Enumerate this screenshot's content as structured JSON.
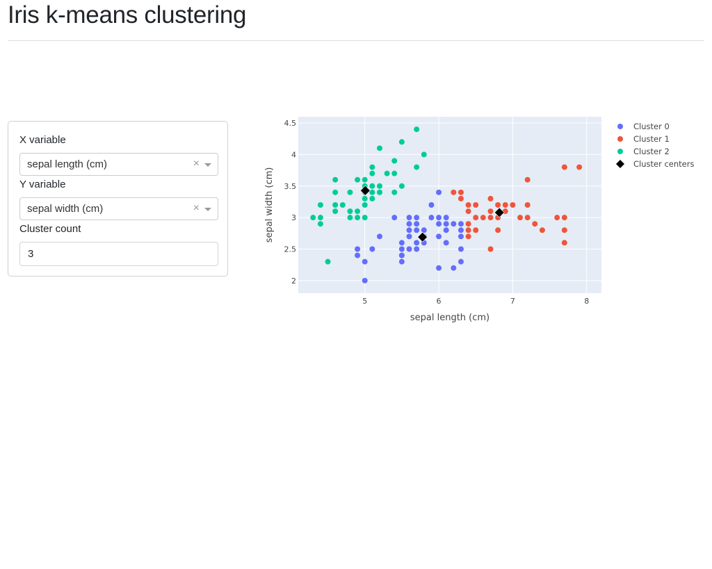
{
  "page": {
    "title": "Iris k-means clustering"
  },
  "controls": {
    "x_label": "X variable",
    "x_value": "sepal length (cm)",
    "y_label": "Y variable",
    "y_value": "sepal width (cm)",
    "count_label": "Cluster count",
    "count_value": "3",
    "clear_symbol": "×"
  },
  "chart_data": {
    "type": "scatter",
    "xlabel": "sepal length (cm)",
    "ylabel": "sepal width (cm)",
    "xlim": [
      4.1,
      8.2
    ],
    "ylim": [
      1.8,
      4.6
    ],
    "xticks": [
      5,
      6,
      7,
      8
    ],
    "yticks": [
      2,
      2.5,
      3,
      3.5,
      4,
      4.5
    ],
    "grid": true,
    "legend": "top-right",
    "series": [
      {
        "name": "Cluster 0",
        "color": "#636efa",
        "marker": "circle",
        "points": [
          [
            4.9,
            2.5
          ],
          [
            4.9,
            2.4
          ],
          [
            5.0,
            2.0
          ],
          [
            5.0,
            2.3
          ],
          [
            5.1,
            2.5
          ],
          [
            5.2,
            2.7
          ],
          [
            5.4,
            3.0
          ],
          [
            5.5,
            2.3
          ],
          [
            5.5,
            2.4
          ],
          [
            5.5,
            2.5
          ],
          [
            5.5,
            2.6
          ],
          [
            5.5,
            2.4
          ],
          [
            5.6,
            2.5
          ],
          [
            5.6,
            2.7
          ],
          [
            5.6,
            2.8
          ],
          [
            5.6,
            2.9
          ],
          [
            5.6,
            3.0
          ],
          [
            5.7,
            2.5
          ],
          [
            5.7,
            2.6
          ],
          [
            5.7,
            2.8
          ],
          [
            5.7,
            2.9
          ],
          [
            5.7,
            3.0
          ],
          [
            5.8,
            2.6
          ],
          [
            5.8,
            2.7
          ],
          [
            5.8,
            2.8
          ],
          [
            5.9,
            3.0
          ],
          [
            5.9,
            3.2
          ],
          [
            6.0,
            2.2
          ],
          [
            6.0,
            2.7
          ],
          [
            6.0,
            2.9
          ],
          [
            6.0,
            3.0
          ],
          [
            6.0,
            3.4
          ],
          [
            6.1,
            2.6
          ],
          [
            6.1,
            2.8
          ],
          [
            6.1,
            2.9
          ],
          [
            6.1,
            3.0
          ],
          [
            6.2,
            2.2
          ],
          [
            6.2,
            2.9
          ],
          [
            6.3,
            2.3
          ],
          [
            6.3,
            2.5
          ],
          [
            6.3,
            2.7
          ],
          [
            6.3,
            2.8
          ],
          [
            6.3,
            2.9
          ]
        ]
      },
      {
        "name": "Cluster 1",
        "color": "#ef553b",
        "marker": "circle",
        "points": [
          [
            6.2,
            3.4
          ],
          [
            6.3,
            3.4
          ],
          [
            6.3,
            3.3
          ],
          [
            6.4,
            2.7
          ],
          [
            6.4,
            2.8
          ],
          [
            6.4,
            2.9
          ],
          [
            6.4,
            3.1
          ],
          [
            6.4,
            3.2
          ],
          [
            6.5,
            2.8
          ],
          [
            6.5,
            3.0
          ],
          [
            6.5,
            3.2
          ],
          [
            6.6,
            3.0
          ],
          [
            6.7,
            2.5
          ],
          [
            6.7,
            3.0
          ],
          [
            6.7,
            3.1
          ],
          [
            6.7,
            3.3
          ],
          [
            6.8,
            2.8
          ],
          [
            6.8,
            3.0
          ],
          [
            6.8,
            3.2
          ],
          [
            6.9,
            3.1
          ],
          [
            6.9,
            3.2
          ],
          [
            7.0,
            3.2
          ],
          [
            7.1,
            3.0
          ],
          [
            7.2,
            3.0
          ],
          [
            7.2,
            3.2
          ],
          [
            7.2,
            3.6
          ],
          [
            7.3,
            2.9
          ],
          [
            7.4,
            2.8
          ],
          [
            7.6,
            3.0
          ],
          [
            7.7,
            2.6
          ],
          [
            7.7,
            2.8
          ],
          [
            7.7,
            3.0
          ],
          [
            7.7,
            3.8
          ],
          [
            7.9,
            3.8
          ]
        ]
      },
      {
        "name": "Cluster 2",
        "color": "#00cc96",
        "marker": "circle",
        "points": [
          [
            4.3,
            3.0
          ],
          [
            4.4,
            2.9
          ],
          [
            4.4,
            3.0
          ],
          [
            4.4,
            3.2
          ],
          [
            4.5,
            2.3
          ],
          [
            4.6,
            3.1
          ],
          [
            4.6,
            3.2
          ],
          [
            4.6,
            3.4
          ],
          [
            4.6,
            3.6
          ],
          [
            4.7,
            3.2
          ],
          [
            4.8,
            3.0
          ],
          [
            4.8,
            3.1
          ],
          [
            4.8,
            3.4
          ],
          [
            4.9,
            3.0
          ],
          [
            4.9,
            3.1
          ],
          [
            4.9,
            3.6
          ],
          [
            5.0,
            3.0
          ],
          [
            5.0,
            3.2
          ],
          [
            5.0,
            3.3
          ],
          [
            5.0,
            3.4
          ],
          [
            5.0,
            3.5
          ],
          [
            5.0,
            3.6
          ],
          [
            5.1,
            3.3
          ],
          [
            5.1,
            3.4
          ],
          [
            5.1,
            3.5
          ],
          [
            5.1,
            3.7
          ],
          [
            5.1,
            3.8
          ],
          [
            5.2,
            3.4
          ],
          [
            5.2,
            3.5
          ],
          [
            5.2,
            4.1
          ],
          [
            5.3,
            3.7
          ],
          [
            5.4,
            3.4
          ],
          [
            5.4,
            3.7
          ],
          [
            5.4,
            3.9
          ],
          [
            5.5,
            3.5
          ],
          [
            5.5,
            4.2
          ],
          [
            5.7,
            3.8
          ],
          [
            5.7,
            4.4
          ],
          [
            5.8,
            4.0
          ]
        ]
      },
      {
        "name": "Cluster centers",
        "color": "#000000",
        "marker": "diamond",
        "points": [
          [
            5.006,
            3.428
          ],
          [
            5.78,
            2.69
          ],
          [
            6.82,
            3.08
          ]
        ]
      }
    ]
  }
}
